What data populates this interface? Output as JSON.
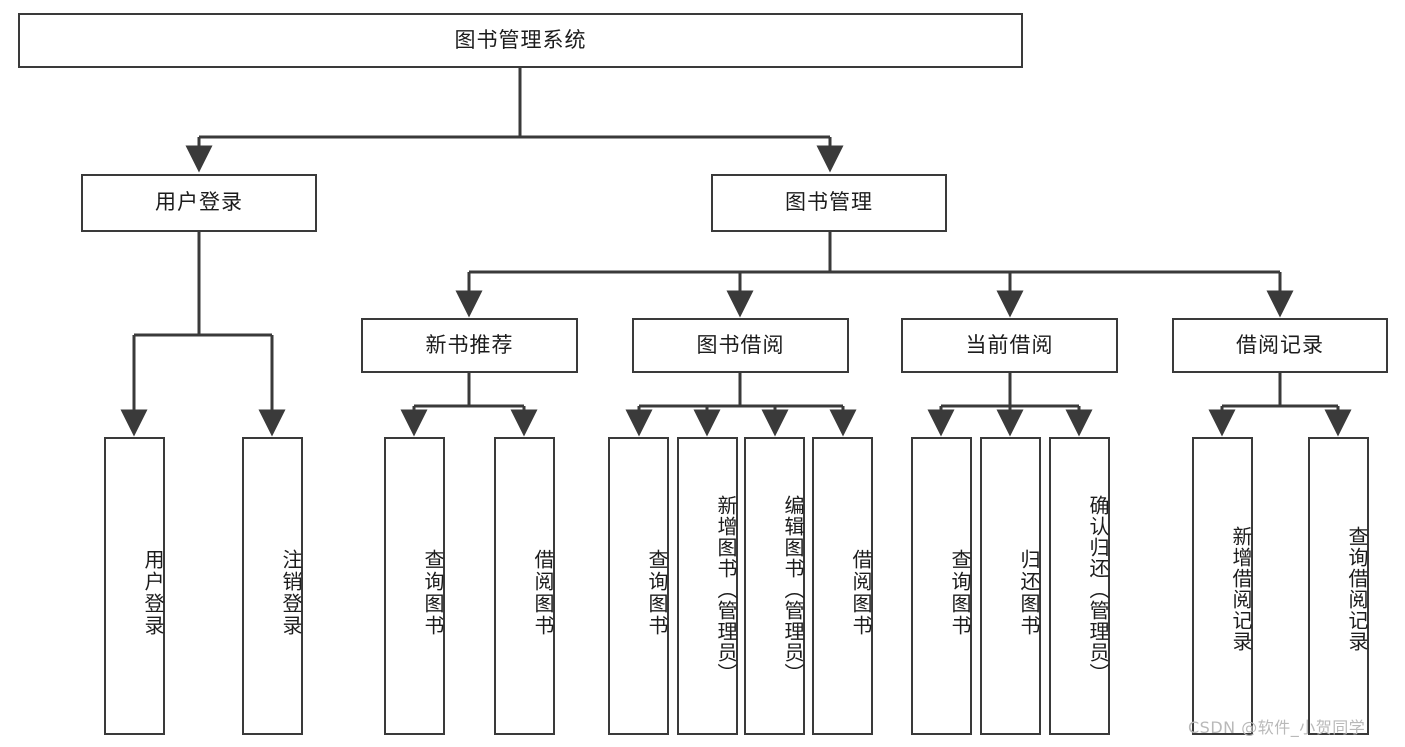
{
  "diagram": {
    "title": "图书管理系统",
    "root": {
      "id": "root",
      "label": "图书管理系统"
    },
    "level2": [
      {
        "id": "user-login",
        "label": "用户登录"
      },
      {
        "id": "book-manage",
        "label": "图书管理"
      }
    ],
    "level3": [
      {
        "id": "new-book-recommend",
        "label": "新书推荐",
        "parent": "book-manage"
      },
      {
        "id": "book-borrow",
        "label": "图书借阅",
        "parent": "book-manage"
      },
      {
        "id": "current-borrow",
        "label": "当前借阅",
        "parent": "book-manage"
      },
      {
        "id": "borrow-record",
        "label": "借阅记录",
        "parent": "book-manage"
      }
    ],
    "leaves": [
      {
        "id": "leaf-user-login",
        "label": "用户登录",
        "parent": "user-login"
      },
      {
        "id": "leaf-logout",
        "label": "注销登录",
        "parent": "user-login"
      },
      {
        "id": "leaf-query-book-1",
        "label": "查询图书",
        "parent": "new-book-recommend"
      },
      {
        "id": "leaf-borrow-book-1",
        "label": "借阅图书",
        "parent": "new-book-recommend"
      },
      {
        "id": "leaf-query-book-2",
        "label": "查询图书",
        "parent": "book-borrow"
      },
      {
        "id": "leaf-add-book",
        "label": "新增图书（管理员）",
        "parent": "book-borrow"
      },
      {
        "id": "leaf-edit-book",
        "label": "编辑图书（管理员）",
        "parent": "book-borrow"
      },
      {
        "id": "leaf-borrow-book-2",
        "label": "借阅图书",
        "parent": "book-borrow"
      },
      {
        "id": "leaf-query-book-3",
        "label": "查询图书",
        "parent": "current-borrow"
      },
      {
        "id": "leaf-return-book",
        "label": "归还图书",
        "parent": "current-borrow"
      },
      {
        "id": "leaf-confirm-return",
        "label": "确认归还（管理员）",
        "parent": "current-borrow"
      },
      {
        "id": "leaf-add-record",
        "label": "新增借阅记录",
        "parent": "borrow-record"
      },
      {
        "id": "leaf-query-record",
        "label": "查询借阅记录",
        "parent": "borrow-record"
      }
    ],
    "watermark": "CSDN @软件_小贺同学",
    "colors": {
      "border": "#3a3a3a",
      "text": "#1c1c1c",
      "background": "#ffffff",
      "watermark": "#b9b9b9"
    }
  }
}
